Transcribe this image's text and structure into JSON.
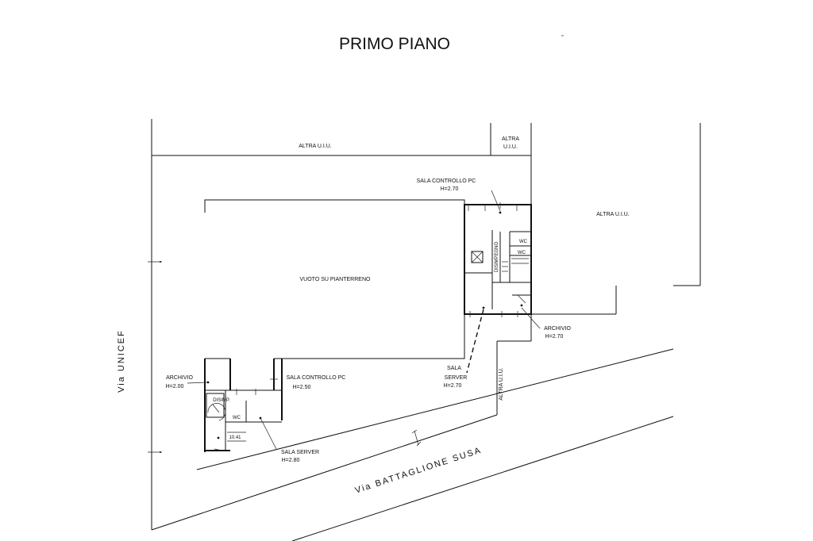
{
  "title": "PRIMO PIANO",
  "labels": {
    "altra_uiu_top": "ALTRA U.I.U.",
    "altra_uiu_small_1": "ALTRA",
    "altra_uiu_small_2": "U.I.U.",
    "altra_uiu_right": "ALTRA U.I.U.",
    "altra_uiu_vertical": "ALTRA U.I.U.",
    "vuoto": "VUOTO SU PIANTERRENO",
    "sala_controllo_top_name": "SALA CONTROLLO PC",
    "sala_controllo_top_h": "H=2.70",
    "archivio_right_name": "ARCHIVIO",
    "archivio_right_h": "H=2.70",
    "sala_server_right_1": "SALA",
    "sala_server_right_2": "SERVER",
    "sala_server_right_h": "H=2.70",
    "archivio_left_name": "ARCHIVIO",
    "archivio_left_h": "H=2.00",
    "sala_controllo_left_name": "SALA CONTROLLO PC",
    "sala_controllo_left_h": "H=2.50",
    "sala_server_left_name": "SALA SERVER",
    "sala_server_left_h": "H=2.80",
    "wc_1": "WC",
    "wc_2": "WC",
    "wc_3": "WC",
    "disimpegno_right": "DISIMPEGNO",
    "disimpegno_left": "DISIMP.",
    "code": "10.41"
  },
  "streets": {
    "west": "Via UNICEF",
    "south": "Via BATTAGLIONE SUSA"
  }
}
